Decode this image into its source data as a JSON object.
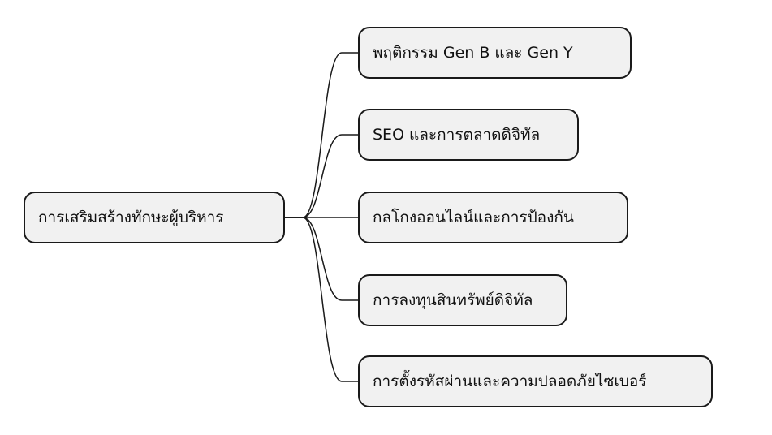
{
  "root": {
    "label": "การเสริมสร้างทักษะผู้บริหาร"
  },
  "branches": [
    {
      "label": "พฤติกรรม Gen B และ Gen Y"
    },
    {
      "label": "SEO และการตลาดดิจิทัล"
    },
    {
      "label": "กลโกงออนไลน์และการป้องกัน"
    },
    {
      "label": "การลงทุนสินทรัพย์ดิจิทัล"
    },
    {
      "label": "การตั้งรหัสผ่านและความปลอดภัยไซเบอร์"
    }
  ],
  "colors": {
    "node_fill": "#f1f1f1",
    "node_border": "#1a1a1a",
    "connector": "#1a1a1a",
    "text": "#111111"
  }
}
